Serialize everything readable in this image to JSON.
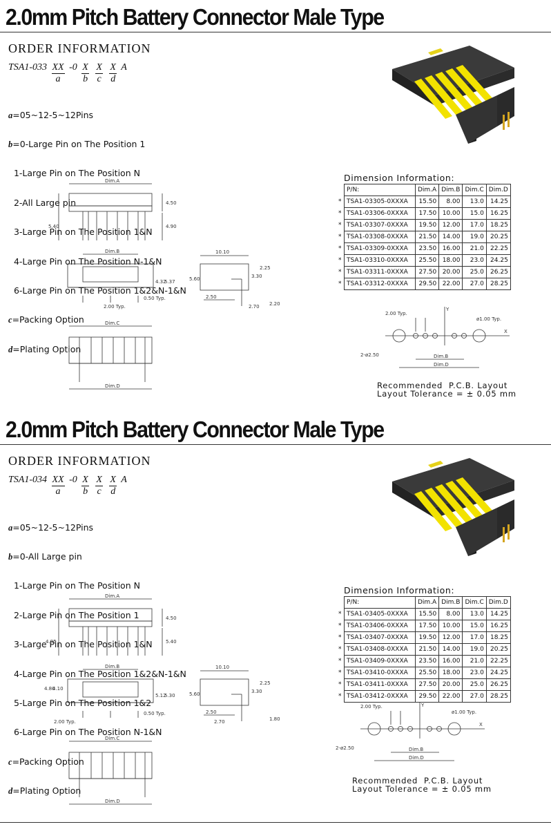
{
  "sections": [
    {
      "title": "2.0mm Pitch Battery Connector Male Type",
      "order_heading": "ORDER INFORMATION",
      "part_prefix": "TSA1-033",
      "part_mid": "-0",
      "part_suffix": "A",
      "fractions": [
        {
          "top": "XX",
          "bottom": "a"
        },
        {
          "top": "X",
          "bottom": "b"
        },
        {
          "top": "X",
          "bottom": "c"
        },
        {
          "top": "X",
          "bottom": "d"
        }
      ],
      "legend": [
        {
          "key": "a",
          "text": "=05~12-5~12Pins"
        },
        {
          "key": "b",
          "text": "=0-Large Pin on The Position 1"
        },
        {
          "key": "",
          "text": "  1-Large Pin on The Position N"
        },
        {
          "key": "",
          "text": "  2-All Large pin"
        },
        {
          "key": "",
          "text": "  3-Large Pin on The Position 1&N"
        },
        {
          "key": "",
          "text": "  4-Large Pin on The Position N-1&N"
        },
        {
          "key": "",
          "text": "  6-Large Pin on The Position 1&2&N-1&N"
        },
        {
          "key": "c",
          "text": "=Packing Option"
        },
        {
          "key": "d",
          "text": "=Plating Option"
        }
      ],
      "dim_heading": "Dimension Information:",
      "table_headers": [
        "P/N:",
        "Dim.A",
        "Dim.B",
        "Dim.C",
        "Dim.D"
      ],
      "rows": [
        [
          "TSA1-03305-0XXXA",
          "15.50",
          "8.00",
          "13.0",
          "14.25"
        ],
        [
          "TSA1-03306-0XXXA",
          "17.50",
          "10.00",
          "15.0",
          "16.25"
        ],
        [
          "TSA1-03307-0XXXA",
          "19.50",
          "12.00",
          "17.0",
          "18.25"
        ],
        [
          "TSA1-03308-0XXXA",
          "21.50",
          "14.00",
          "19.0",
          "20.25"
        ],
        [
          "TSA1-03309-0XXXA",
          "23.50",
          "16.00",
          "21.0",
          "22.25"
        ],
        [
          "TSA1-03310-0XXXA",
          "25.50",
          "18.00",
          "23.0",
          "24.25"
        ],
        [
          "TSA1-03311-0XXXA",
          "27.50",
          "20.00",
          "25.0",
          "26.25"
        ],
        [
          "TSA1-03312-0XXXA",
          "29.50",
          "22.00",
          "27.0",
          "28.25"
        ]
      ],
      "star": "*",
      "pcb_caption_1": "Recommended  P.C.B. Layout",
      "pcb_caption_2": "Layout Tolerance = ± 0.05 mm",
      "drawing_labels": {
        "dim_a": "Dim.A",
        "dim_b": "Dim.B",
        "dim_c": "Dim.C",
        "dim_d": "Dim.D",
        "h1": "4.50",
        "h2": "4.90",
        "h3": "5.40",
        "side_h1": "4.32",
        "side_h2": "5.37",
        "typ1": "2.00 Typ.",
        "typ2": "0.50 Typ.",
        "prof_w": "10.10",
        "prof_h": "5.60",
        "prof_a": "2.25",
        "prof_b": "3.30",
        "prof_c": "2.50",
        "prof_d": "2.70",
        "prof_e": "2.20",
        "pcb_typ": "2.00 Typ.",
        "pcb_hole_small": "ø1.00 Typ.",
        "pcb_hole_big": "2-ø2.50",
        "axis_x": "X",
        "axis_y": "Y"
      }
    },
    {
      "title": "2.0mm Pitch Battery Connector Male Type",
      "order_heading": "ORDER INFORMATION",
      "part_prefix": "TSA1-034",
      "part_mid": "-0",
      "part_suffix": "A",
      "fractions": [
        {
          "top": "XX",
          "bottom": "a"
        },
        {
          "top": "X",
          "bottom": "b"
        },
        {
          "top": "X",
          "bottom": "c"
        },
        {
          "top": "X",
          "bottom": "d"
        }
      ],
      "legend": [
        {
          "key": "a",
          "text": "=05~12-5~12Pins"
        },
        {
          "key": "b",
          "text": "=0-All Large pin"
        },
        {
          "key": "",
          "text": "  1-Large Pin on The Position N"
        },
        {
          "key": "",
          "text": "  2-Large Pin on The Position 1"
        },
        {
          "key": "",
          "text": "  3-Large Pin on The Position 1&N"
        },
        {
          "key": "",
          "text": "  4-Large Pin on The Position 1&2&N-1&N"
        },
        {
          "key": "",
          "text": "  5-Large Pin on The Position 1&2"
        },
        {
          "key": "",
          "text": "  6-Large Pin on The Position N-1&N"
        },
        {
          "key": "c",
          "text": "=Packing Option"
        },
        {
          "key": "d",
          "text": "=Plating Option"
        }
      ],
      "dim_heading": "Dimension Information:",
      "table_headers": [
        "P/N:",
        "Dim.A",
        "Dim.B",
        "Dim.C",
        "Dim.D"
      ],
      "rows": [
        [
          "TSA1-03405-0XXXA",
          "15.50",
          "8.00",
          "13.0",
          "14.25"
        ],
        [
          "TSA1-03406-0XXXA",
          "17.50",
          "10.00",
          "15.0",
          "16.25"
        ],
        [
          "TSA1-03407-0XXXA",
          "19.50",
          "12.00",
          "17.0",
          "18.25"
        ],
        [
          "TSA1-03408-0XXXA",
          "21.50",
          "14.00",
          "19.0",
          "20.25"
        ],
        [
          "TSA1-03409-0XXXA",
          "23.50",
          "16.00",
          "21.0",
          "22.25"
        ],
        [
          "TSA1-03410-0XXXA",
          "25.50",
          "18.00",
          "23.0",
          "24.25"
        ],
        [
          "TSA1-03411-0XXXA",
          "27.50",
          "20.00",
          "25.0",
          "26.25"
        ],
        [
          "TSA1-03412-0XXXA",
          "29.50",
          "22.00",
          "27.0",
          "28.25"
        ]
      ],
      "star": "*",
      "pcb_caption_1": "Recommended  P.C.B. Layout",
      "pcb_caption_2": "Layout Tolerance = ± 0.05 mm",
      "drawing_labels": {
        "dim_a": "Dim.A",
        "dim_b": "Dim.B",
        "dim_c": "Dim.C",
        "dim_d": "Dim.D",
        "h1": "4.50",
        "h2": "5.40",
        "h3": "4.85",
        "side_h1": "5.12",
        "side_h2": "5.30",
        "side_h3": "4.80",
        "side_h4": "4.10",
        "typ1": "2.00 Typ.",
        "typ2": "0.50 Typ.",
        "prof_w": "10.10",
        "prof_h": "5.60",
        "prof_a": "2.25",
        "prof_b": "3.30",
        "prof_c": "2.50",
        "prof_d": "2.70",
        "prof_e": "1.80",
        "pcb_typ": "2.00 Typ.",
        "pcb_hole_small": "ø1.00 Typ.",
        "pcb_hole_big": "2-ø2.50",
        "axis_x": "X",
        "axis_y": "Y"
      }
    }
  ]
}
